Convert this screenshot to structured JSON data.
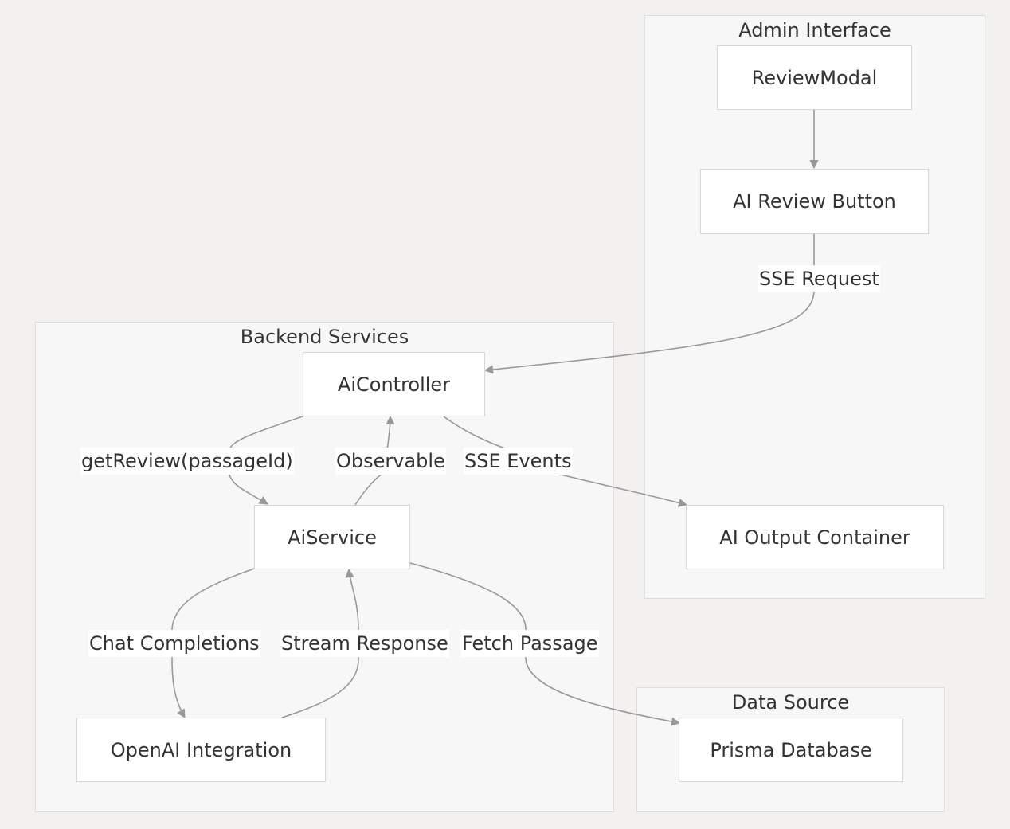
{
  "groups": {
    "admin": "Admin Interface",
    "backend": "Backend Services",
    "datasource": "Data Source"
  },
  "nodes": {
    "review_modal": "ReviewModal",
    "ai_review_button": "AI Review Button",
    "ai_controller": "AiController",
    "ai_service": "AiService",
    "ai_output_container": "AI Output Container",
    "openai_integration": "OpenAI Integration",
    "prisma_database": "Prisma Database"
  },
  "edges": {
    "sse_request": "SSE Request",
    "get_review": "getReview(passageId)",
    "observable": "Observable",
    "sse_events": "SSE Events",
    "chat_completions": "Chat Completions",
    "stream_response": "Stream Response",
    "fetch_passage": "Fetch Passage"
  },
  "colors": {
    "background": "#f2f1f0",
    "group_fill": "#f7f7f7",
    "node_fill": "#ffffff",
    "edge": "#999999",
    "text": "#333333"
  }
}
